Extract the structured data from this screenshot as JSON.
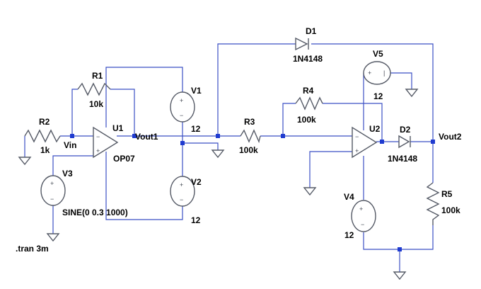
{
  "labels": {
    "d1_name": "D1",
    "d1_model": "1N4148",
    "d2_name": "D2",
    "d2_model": "1N4148",
    "v5_name": "V5",
    "v5_value": "12",
    "v1_name": "V1",
    "v1_value": "12",
    "v2_name": "V2",
    "v2_value": "12",
    "v4_name": "V4",
    "v4_value": "12",
    "v3_name": "V3",
    "v3_value": "SINE(0 0.3 1000)",
    "r1_name": "R1",
    "r1_value": "10k",
    "r2_name": "R2",
    "r2_value": "1k",
    "r3_name": "R3",
    "r3_value": "100k",
    "r4_name": "R4",
    "r4_value": "100k",
    "r5_name": "R5",
    "r5_value": "100k",
    "u1_name": "U1",
    "u1_model": "OP07",
    "u2_name": "U2",
    "vin": "Vin",
    "vout1": "Vout1",
    "vout2": "Vout2",
    "tran": ".tran 3m"
  },
  "colors": {
    "wire": "#3b4fc4",
    "component": "#555a66",
    "junction": "#1f3bd0",
    "text": "#000000"
  }
}
